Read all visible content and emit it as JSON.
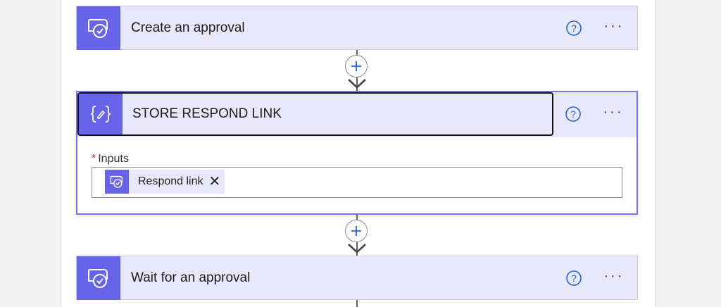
{
  "steps": [
    {
      "title": "Create an approval",
      "icon": "approval-icon"
    },
    {
      "title": "STORE RESPOND LINK",
      "icon": "variable-icon",
      "inputs_label": "Inputs",
      "required_marker": "*",
      "token": {
        "label": "Respond link",
        "remove": "✕",
        "icon": "approval-icon"
      }
    },
    {
      "title": "Wait for an approval",
      "icon": "approval-icon"
    }
  ],
  "more_label": "···",
  "colors": {
    "accent": "#6864e8",
    "card_bg": "#e9e8fb",
    "selected_border": "#7a72ea",
    "help": "#2563d8"
  }
}
